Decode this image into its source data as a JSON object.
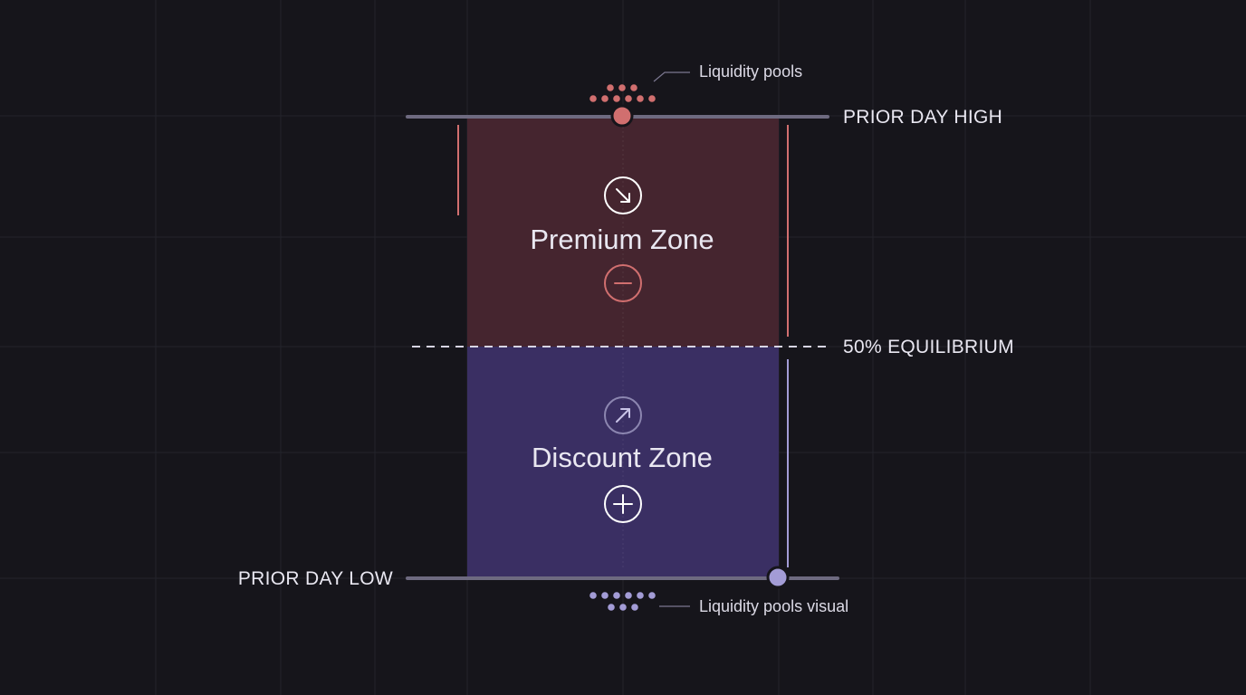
{
  "levels": {
    "high_label": "PRIOR DAY HIGH",
    "equilibrium_label": "50% EQUILIBRIUM",
    "low_label": "PRIOR DAY LOW"
  },
  "zones": {
    "premium": {
      "title": "Premium Zone",
      "icon_top": "arrow-down-right-icon",
      "icon_bottom": "minus-icon"
    },
    "discount": {
      "title": "Discount Zone",
      "icon_top": "arrow-up-right-icon",
      "icon_bottom": "plus-icon"
    }
  },
  "annotations": {
    "top": "Liquidity pools",
    "bottom": "Liquidity pools visual"
  },
  "colors": {
    "background": "#16151b",
    "grid": "#24232b",
    "premium_fill": "#45252f",
    "discount_fill": "#3a2f63",
    "premium_accent": "#d16f6f",
    "discount_accent": "#a39cd6",
    "level_line": "#6e6a80",
    "text": "#e9e7f1"
  }
}
